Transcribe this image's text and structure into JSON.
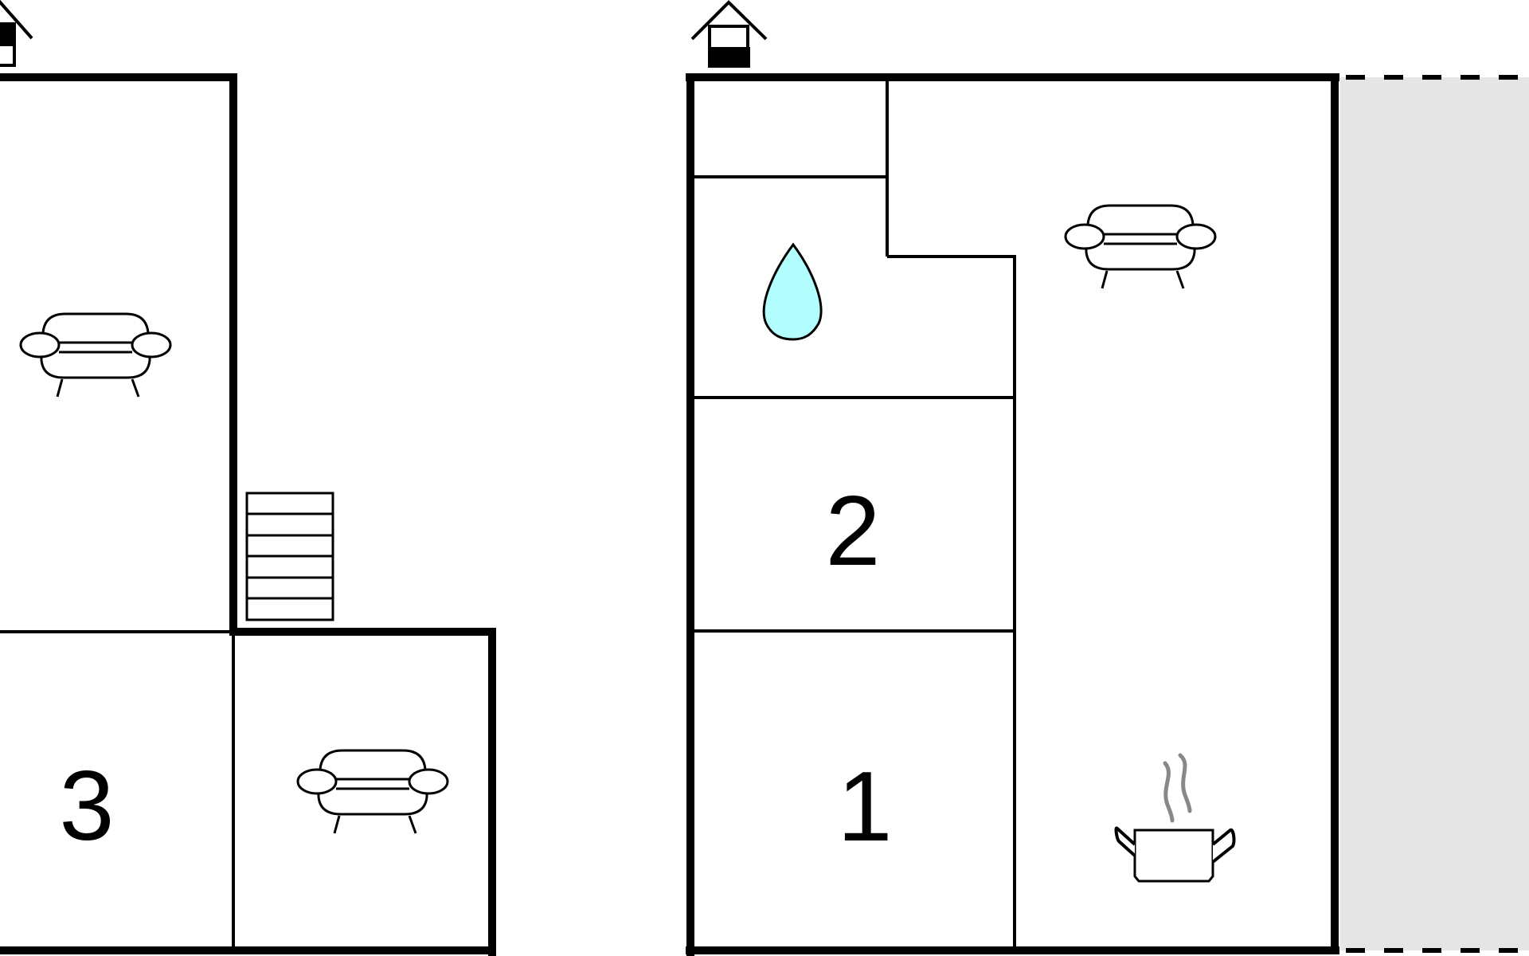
{
  "floorplan": {
    "rooms": [
      {
        "id": "room-3",
        "label": "3"
      },
      {
        "id": "room-2",
        "label": "2"
      },
      {
        "id": "room-1",
        "label": "1"
      }
    ],
    "icons": [
      {
        "name": "house-entrance-icon"
      },
      {
        "name": "sofa-icon"
      },
      {
        "name": "stairs-icon"
      },
      {
        "name": "water-drop-icon"
      },
      {
        "name": "cooking-pot-icon"
      }
    ],
    "colors": {
      "wall": "#000000",
      "background": "#ffffff",
      "outdoor_area": "#e5e5e5",
      "water": "#b3ffff",
      "steam": "#888888"
    }
  }
}
